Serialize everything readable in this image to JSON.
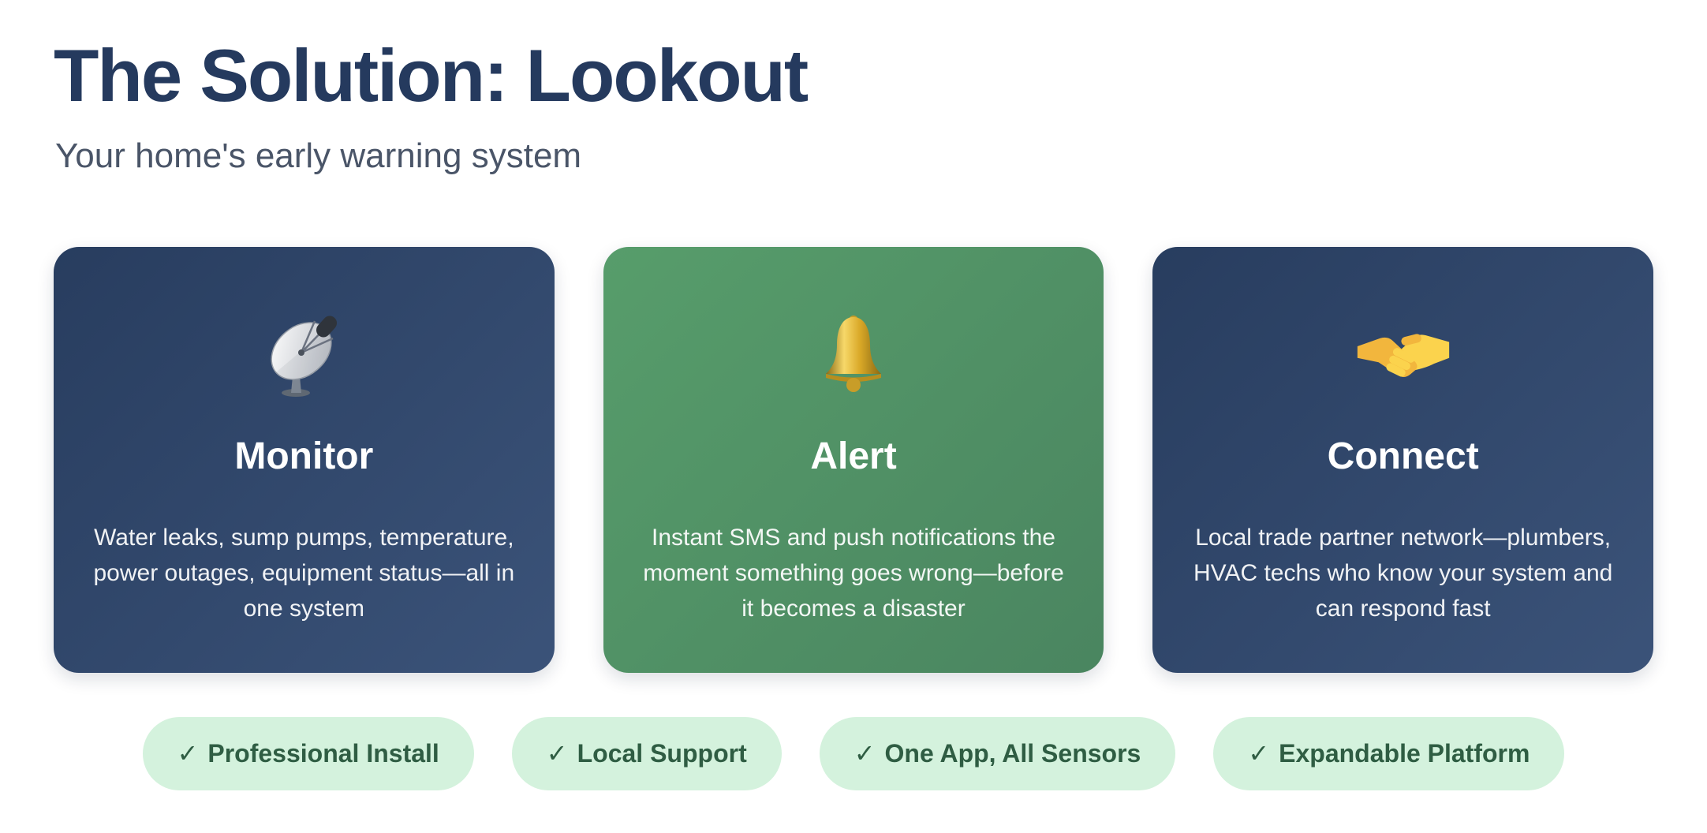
{
  "header": {
    "title": "The Solution: Lookout",
    "subtitle": "Your home's early warning system"
  },
  "cards": [
    {
      "icon": "satellite-dish",
      "theme": "navy",
      "title": "Monitor",
      "description": "Water leaks, sump pumps, temperature, power outages, equipment status—all in one system"
    },
    {
      "icon": "bell",
      "theme": "green",
      "title": "Alert",
      "description": "Instant SMS and push notifications the moment something goes wrong—before it becomes a disaster"
    },
    {
      "icon": "handshake",
      "theme": "navy",
      "title": "Connect",
      "description": "Local trade partner network—plumbers, HVAC techs who know your system and can respond fast"
    }
  ],
  "badges": [
    {
      "check": "✓",
      "label": "Professional Install"
    },
    {
      "check": "✓",
      "label": "Local Support"
    },
    {
      "check": "✓",
      "label": "One App, All Sensors"
    },
    {
      "check": "✓",
      "label": "Expandable Platform"
    }
  ],
  "colors": {
    "title_text": "#253a5e",
    "subtitle_text": "#4a5568",
    "card_navy_start": "#283d5f",
    "card_navy_end": "#3b5379",
    "card_green_start": "#579d6b",
    "card_green_end": "#4a8560",
    "card_title_text": "#ffffff",
    "card_body_text": "rgba(255,255,255,0.93)",
    "badge_bg": "#d4f2dd",
    "badge_text": "#2f5d43"
  }
}
